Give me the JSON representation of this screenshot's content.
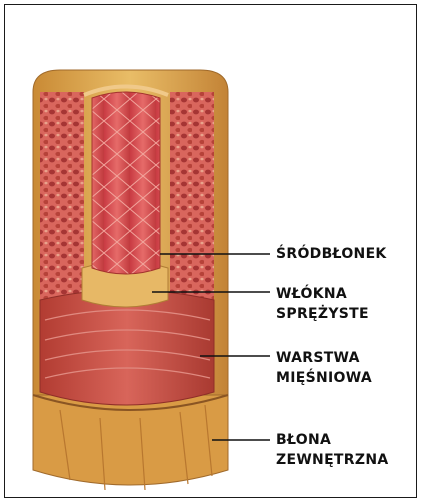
{
  "labels": {
    "endothelium": "ŚRÓDBŁONEK",
    "elastic_fibers_line1": "WŁÓKNA",
    "elastic_fibers_line2": "SPRĘŻYSTE",
    "muscle_line1": "WARSTWA",
    "muscle_line2": "MIĘŚNIOWA",
    "adventitia_line1": "BŁONA",
    "adventitia_line2": "ZEWNĘTRZNA"
  },
  "colors": {
    "outer_layer": "#d9a24a",
    "muscle_layer": "#c44a3a",
    "elastic_layer": "#e7b866",
    "inner_lumen": "#cf4b4d",
    "cell_spots": "#9e2f2f",
    "leader_line": "#111111"
  }
}
